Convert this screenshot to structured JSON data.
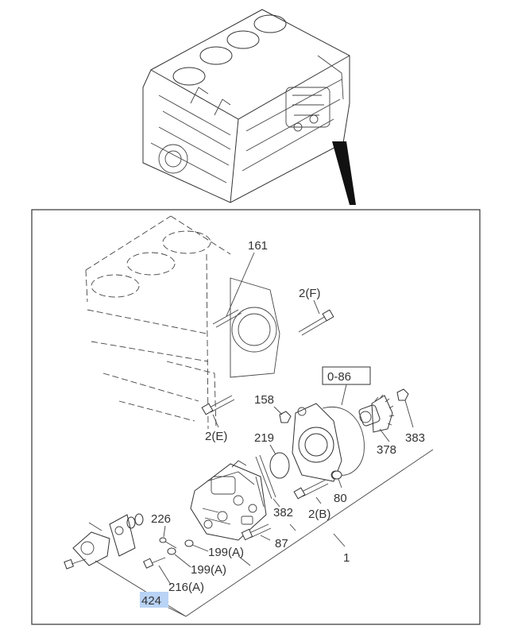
{
  "callouts": {
    "c161": "161",
    "c2f": "2(F)",
    "c086": "0-86",
    "c158": "158",
    "c2e": "2(E)",
    "c219": "219",
    "c383": "383",
    "c378": "378",
    "c382": "382",
    "c80": "80",
    "c2b": "2(B)",
    "c226": "226",
    "c87": "87",
    "c199a1": "199(A)",
    "c199a2": "199(A)",
    "c216a": "216(A)",
    "c1": "1",
    "c424": "424"
  },
  "colors": {
    "highlight": "#b9d3f5",
    "line": "#333333",
    "arrow": "#111111"
  }
}
